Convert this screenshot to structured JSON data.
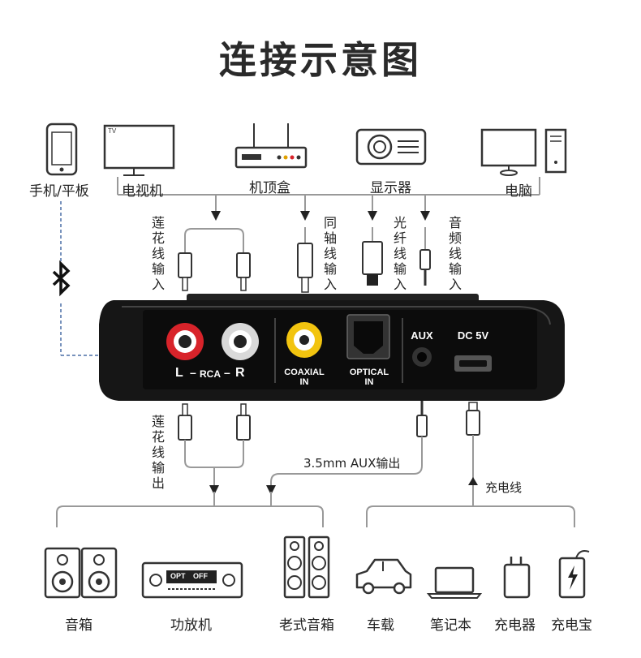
{
  "title": "连接示意图",
  "sources": {
    "phone": "手机/平板",
    "tv": "电视机",
    "tv_screen_text": "TV",
    "stb": "机顶盒",
    "projector": "显示器",
    "pc": "电脑"
  },
  "input_cables": {
    "rca_in": "莲花线输入",
    "coax_in": "同轴线输入",
    "optical_in": "光纤线输入",
    "aux_in": "音频线输入"
  },
  "device_ports": {
    "rca_l": "L",
    "rca_text": "RCA",
    "rca_r": "R",
    "coaxial": "COAXIAL",
    "coaxial_in": "IN",
    "optical": "OPTICAL",
    "optical_in": "IN",
    "aux": "AUX",
    "dc": "DC 5V"
  },
  "output_cables": {
    "rca_out": "莲花线输出",
    "aux_out": "3.5mm AUX输出",
    "charge": "充电线"
  },
  "targets": {
    "speaker": "音箱",
    "amplifier": "功放机",
    "old_speaker": "老式音箱",
    "car": "车载",
    "laptop": "笔记本",
    "charger": "充电器",
    "powerbank": "充电宝",
    "amp_display_1": "OPT",
    "amp_display_2": "OFF"
  },
  "colors": {
    "line": "#999999",
    "arrow": "#222222",
    "device": "#161616",
    "rca_red": "#d8232a",
    "rca_white": "#d9d9d9",
    "coax_yellow": "#f2c40f",
    "bluetooth": "#111111"
  }
}
